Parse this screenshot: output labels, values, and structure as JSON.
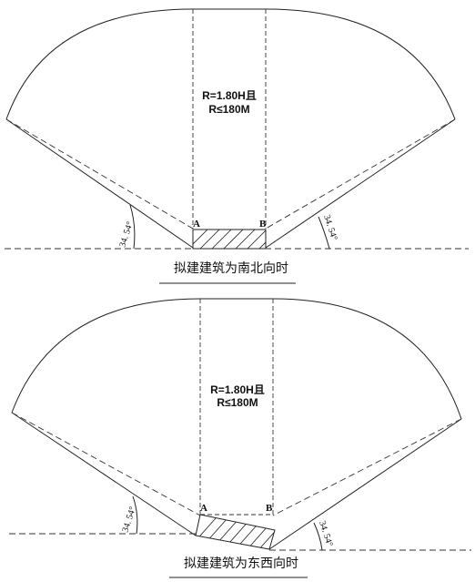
{
  "diagrams": [
    {
      "radius_line1": "R=1.80H且",
      "radius_line2": "R≤180M",
      "point_a": "A",
      "point_b": "B",
      "angle_left": "34. 54°",
      "angle_right": "34. 54°",
      "caption": "拟建建筑为南北向时"
    },
    {
      "radius_line1": "R=1.80H且",
      "radius_line2": "R≤180M",
      "point_a": "A",
      "point_b": "B",
      "angle_left": "34. 54°",
      "angle_right": "34. 54°",
      "caption": "拟建建筑为东西向时"
    }
  ]
}
